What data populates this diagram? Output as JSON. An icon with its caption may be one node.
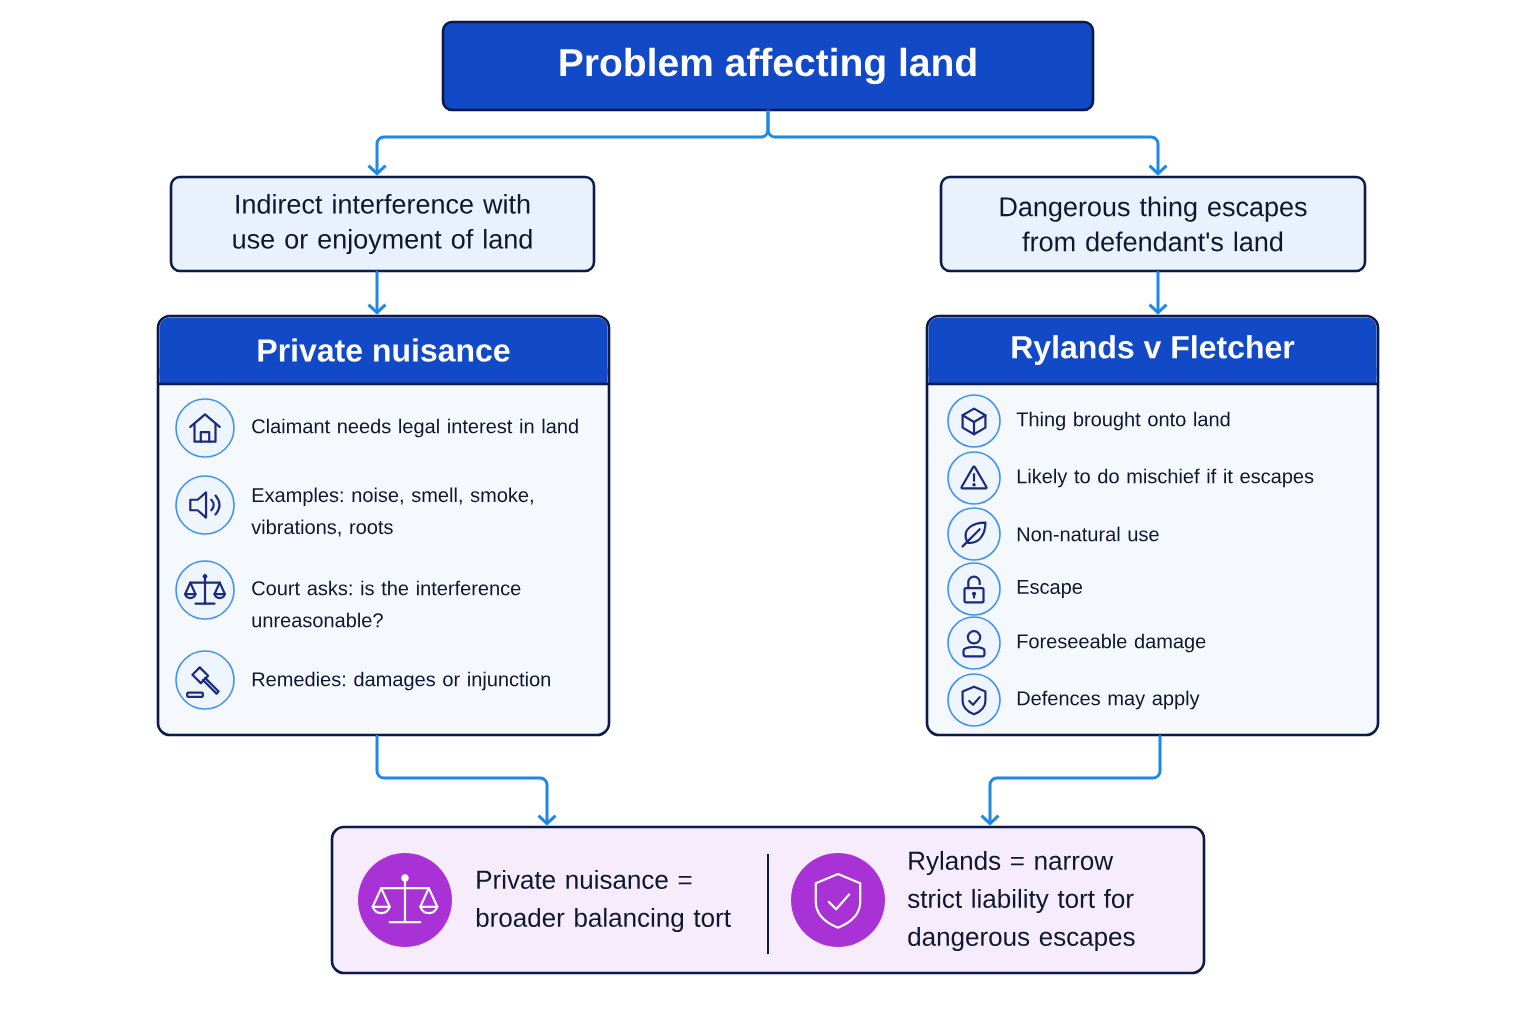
{
  "diagram": {
    "nodes": [
      {
        "text": [
          "Problem affecting land"
        ]
      },
      {
        "text": [
          "Indirect interference with use or enjoyment of land"
        ]
      },
      {
        "text": [
          "Dangerous thing escapes from defendant's land"
        ]
      },
      {
        "text": [
          "Private nuisance",
          "Claimant needs legal interest in land",
          "Examples: noise, smell, smoke, vibrations, roots",
          "Court asks: is the interference unreasonable?",
          "Remedies: damages or injunction"
        ]
      },
      {
        "text": [
          "Rylands v Fletcher",
          "Thing brought onto land",
          "Likely to do mischief if it escapes",
          "Non-natural use",
          "Escape",
          "Foreseeable damage",
          "Defences may apply"
        ]
      },
      {
        "text": [
          "Private nuisance = broader balancing tort",
          "Rylands = narrow strict liability tort for dangerous escapes"
        ]
      }
    ],
    "edges": [
      {
        "from": 0,
        "to": 1,
        "arrow": "to"
      },
      {
        "from": 0,
        "to": 2,
        "arrow": "to"
      },
      {
        "from": 1,
        "to": 3,
        "arrow": "to"
      },
      {
        "from": 2,
        "to": 4,
        "arrow": "to"
      },
      {
        "from": 3,
        "to": 5,
        "arrow": "to"
      },
      {
        "from": 4,
        "to": 5,
        "arrow": "to"
      }
    ]
  }
}
